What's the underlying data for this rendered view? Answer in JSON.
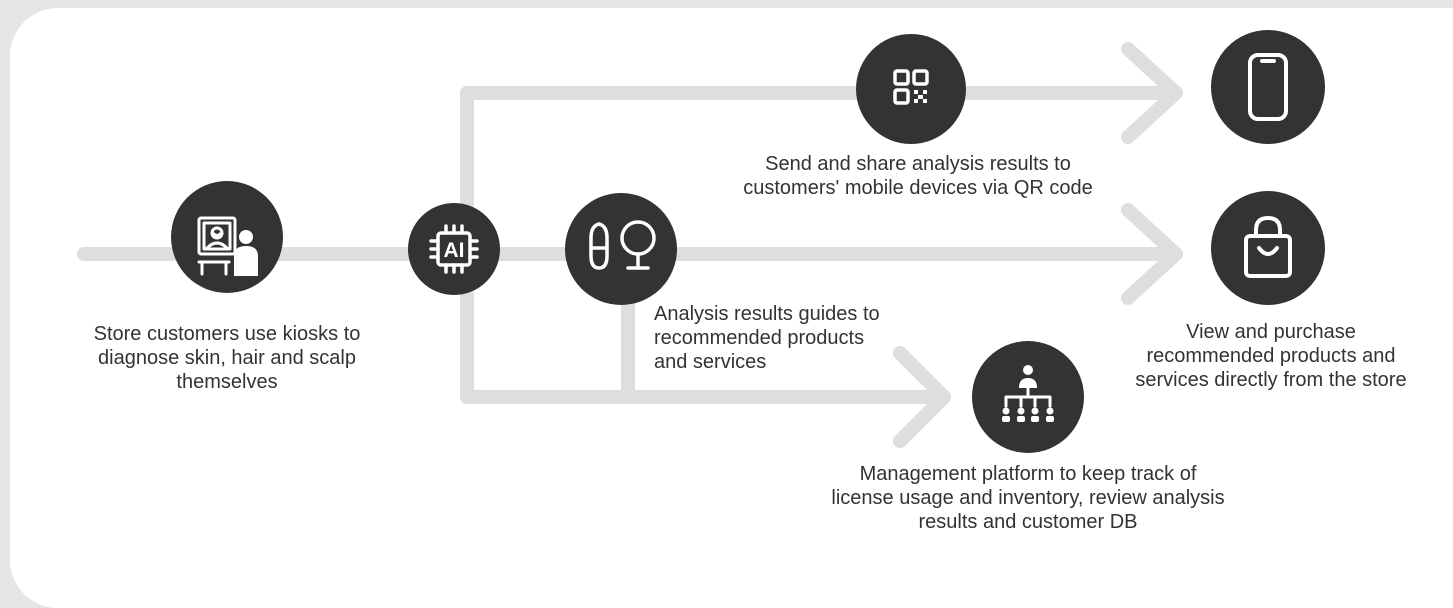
{
  "colors": {
    "page_background": "#e6e6e6",
    "card_background": "#ffffff",
    "connector": "#dedede",
    "node_fill": "#333333",
    "icon_stroke": "#ffffff",
    "text": "#333333"
  },
  "nodes": [
    {
      "id": "kiosk",
      "icon": "kiosk-user-icon"
    },
    {
      "id": "ai",
      "icon": "ai-chip-icon",
      "icon_text": "AI"
    },
    {
      "id": "beauty",
      "icon": "lipstick-mirror-icon"
    },
    {
      "id": "qr",
      "icon": "qr-code-icon"
    },
    {
      "id": "mobile",
      "icon": "smartphone-icon"
    },
    {
      "id": "shop",
      "icon": "shopping-bag-icon"
    },
    {
      "id": "platform",
      "icon": "org-hierarchy-icon"
    }
  ],
  "labels": {
    "kiosk": "Store customers use kiosks to\ndiagnose skin, hair and scalp\nthemselves",
    "qr": "Send and share analysis results to\ncustomers' mobile devices via QR code",
    "beauty": "Analysis results guides to\nrecommended products\nand services",
    "shop": "View and purchase\nrecommended products and\nservices directly from the store",
    "platform": "Management platform to keep track of\nlicense usage and inventory, review analysis\nresults and customer DB"
  }
}
